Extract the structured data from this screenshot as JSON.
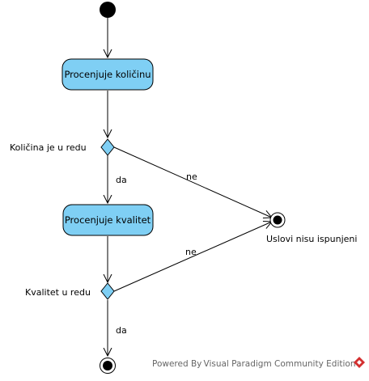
{
  "diagram": {
    "activities": [
      {
        "id": "a1",
        "label": "Procenjuje količinu"
      },
      {
        "id": "a2",
        "label": "Procenjuje kvalitet"
      }
    ],
    "decisions": [
      {
        "id": "d1",
        "label": "Količina je u redu"
      },
      {
        "id": "d2",
        "label": "Kvalitet u redu"
      }
    ],
    "final_nodes": [
      {
        "id": "f1",
        "label": "Uslovi nisu ispunjeni"
      },
      {
        "id": "f2",
        "label": ""
      }
    ],
    "edges": [
      {
        "from": "start",
        "to": "a1",
        "guard": ""
      },
      {
        "from": "a1",
        "to": "d1",
        "guard": ""
      },
      {
        "from": "d1",
        "to": "a2",
        "guard": "da"
      },
      {
        "from": "d1",
        "to": "f1",
        "guard": "ne"
      },
      {
        "from": "a2",
        "to": "d2",
        "guard": ""
      },
      {
        "from": "d2",
        "to": "f1",
        "guard": "ne"
      },
      {
        "from": "d2",
        "to": "f2",
        "guard": "da"
      }
    ]
  },
  "footer": {
    "text": "Powered By Visual Paradigm Community Edition",
    "brand_color": "#d32f2f"
  },
  "colors": {
    "activity_fill": "#7fcff4",
    "decision_fill": "#7fcff4",
    "line": "#000000"
  }
}
